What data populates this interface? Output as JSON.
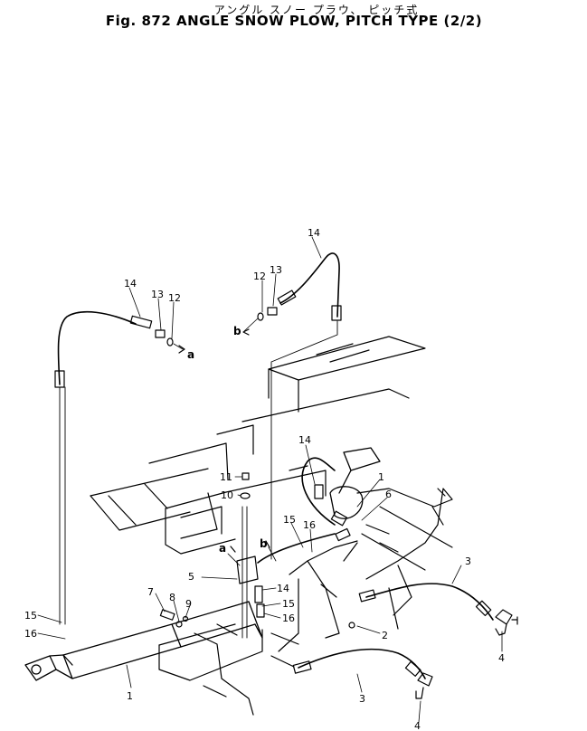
{
  "header": {
    "subtitle": "アングル スノー プラウ、 ピッチ式",
    "title": "Fig. 872 ANGLE SNOW PLOW, PITCH TYPE (2/2)"
  },
  "callouts": [
    {
      "id": "c-14-top",
      "text": "14"
    },
    {
      "id": "c-14-left",
      "text": "14"
    },
    {
      "id": "c-13-left",
      "text": "13"
    },
    {
      "id": "c-12-left",
      "text": "12"
    },
    {
      "id": "c-a-top",
      "text": "a"
    },
    {
      "id": "c-12-mid",
      "text": "12"
    },
    {
      "id": "c-13-mid",
      "text": "13"
    },
    {
      "id": "c-b-top",
      "text": "b"
    },
    {
      "id": "c-14-mid",
      "text": "14"
    },
    {
      "id": "c-1-top",
      "text": "1"
    },
    {
      "id": "c-6",
      "text": "6"
    },
    {
      "id": "c-11",
      "text": "11"
    },
    {
      "id": "c-10",
      "text": "10"
    },
    {
      "id": "c-15-mid",
      "text": "15"
    },
    {
      "id": "c-16-mid",
      "text": "16"
    },
    {
      "id": "c-a-mid",
      "text": "a"
    },
    {
      "id": "c-b-mid",
      "text": "b"
    },
    {
      "id": "c-5",
      "text": "5"
    },
    {
      "id": "c-14-low",
      "text": "14"
    },
    {
      "id": "c-15-low",
      "text": "15"
    },
    {
      "id": "c-16-low",
      "text": "16"
    },
    {
      "id": "c-7",
      "text": "7"
    },
    {
      "id": "c-8",
      "text": "8"
    },
    {
      "id": "c-9",
      "text": "9"
    },
    {
      "id": "c-15-left",
      "text": "15"
    },
    {
      "id": "c-16-left",
      "text": "16"
    },
    {
      "id": "c-1-bottom",
      "text": "1"
    },
    {
      "id": "c-3-right",
      "text": "3"
    },
    {
      "id": "c-2",
      "text": "2"
    },
    {
      "id": "c-4-right",
      "text": "4"
    },
    {
      "id": "c-3-bottom",
      "text": "3"
    },
    {
      "id": "c-4-bottom",
      "text": "4"
    }
  ]
}
